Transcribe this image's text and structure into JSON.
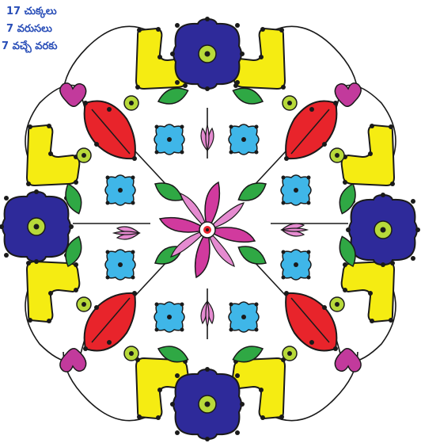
{
  "caption": {
    "line1": "17 చుక్కలు",
    "line2": "7 వరుసలు",
    "line3": "7 వచ్చే వరకు"
  },
  "colors": {
    "yellow": "#f5ec12",
    "blue": "#2e2a9a",
    "red": "#e8242b",
    "magenta": "#c23a9c",
    "pink": "#e58bd0",
    "green": "#2fa844",
    "cyan": "#3fb6e8",
    "dot": "#1a1a1a",
    "line": "#1a1a1a",
    "background": "#ffffff"
  }
}
